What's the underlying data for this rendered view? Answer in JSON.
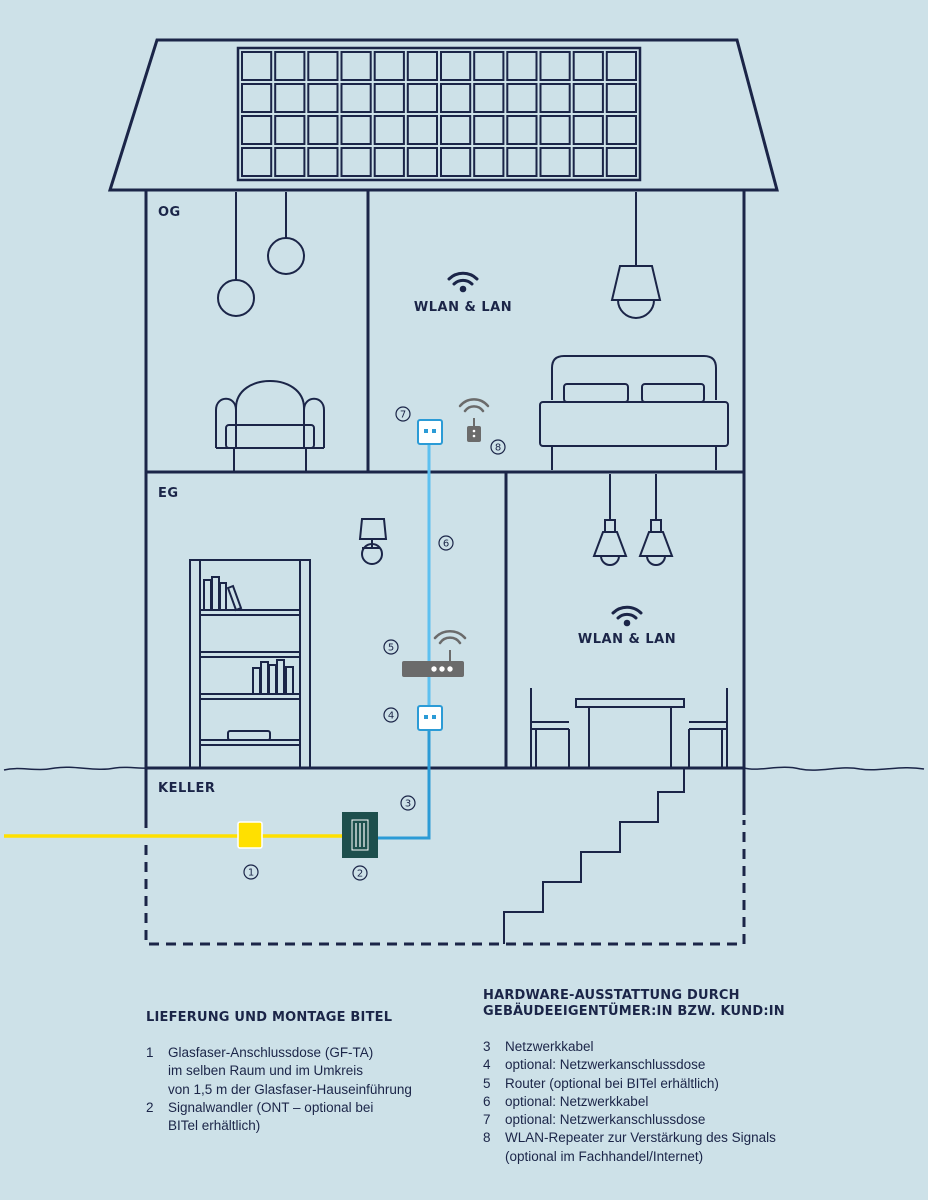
{
  "floors": {
    "og": "OG",
    "eg": "EG",
    "keller": "KELLER"
  },
  "wlan": {
    "og_label": "WLAN & LAN",
    "eg_label": "WLAN & LAN"
  },
  "callouts": {
    "n1": "1",
    "n2": "2",
    "n3": "3",
    "n4": "4",
    "n5": "5",
    "n6": "6",
    "n7": "7",
    "n8": "8"
  },
  "colors": {
    "background": "#cde1e8",
    "line": "#1b2548",
    "fiber": "#ffe000",
    "network_cable": "#2b9bd6",
    "network_cable_light": "#5cc0f0",
    "ont": "#1d4f4d",
    "device_gray": "#666666"
  },
  "legend_left": {
    "title": "LIEFERUNG UND MONTAGE BITEL",
    "items": [
      {
        "num": "1",
        "text": "Glasfaser-Anschlussdose (GF-TA)\nim selben Raum und im Umkreis\nvon 1,5 m der Glasfaser-Hauseinführung"
      },
      {
        "num": "2",
        "text": "Signalwandler (ONT – optional bei\nBITel erhältlich)"
      }
    ]
  },
  "legend_right": {
    "title": "HARDWARE-AUSSTATTUNG DURCH\nGEBÄUDEEIGENTÜMER:IN BZW. KUND:IN",
    "items": [
      {
        "num": "3",
        "text": "Netzwerkkabel"
      },
      {
        "num": "4",
        "text": "optional: Netzwerkanschlussdose"
      },
      {
        "num": "5",
        "text": "Router (optional bei BITel erhältlich)"
      },
      {
        "num": "6",
        "text": "optional: Netzwerkkabel"
      },
      {
        "num": "7",
        "text": "optional: Netzwerkanschlussdose"
      },
      {
        "num": "8",
        "text": "WLAN-Repeater zur Verstärkung des Signals\n(optional im Fachhandel/Internet)"
      }
    ]
  }
}
